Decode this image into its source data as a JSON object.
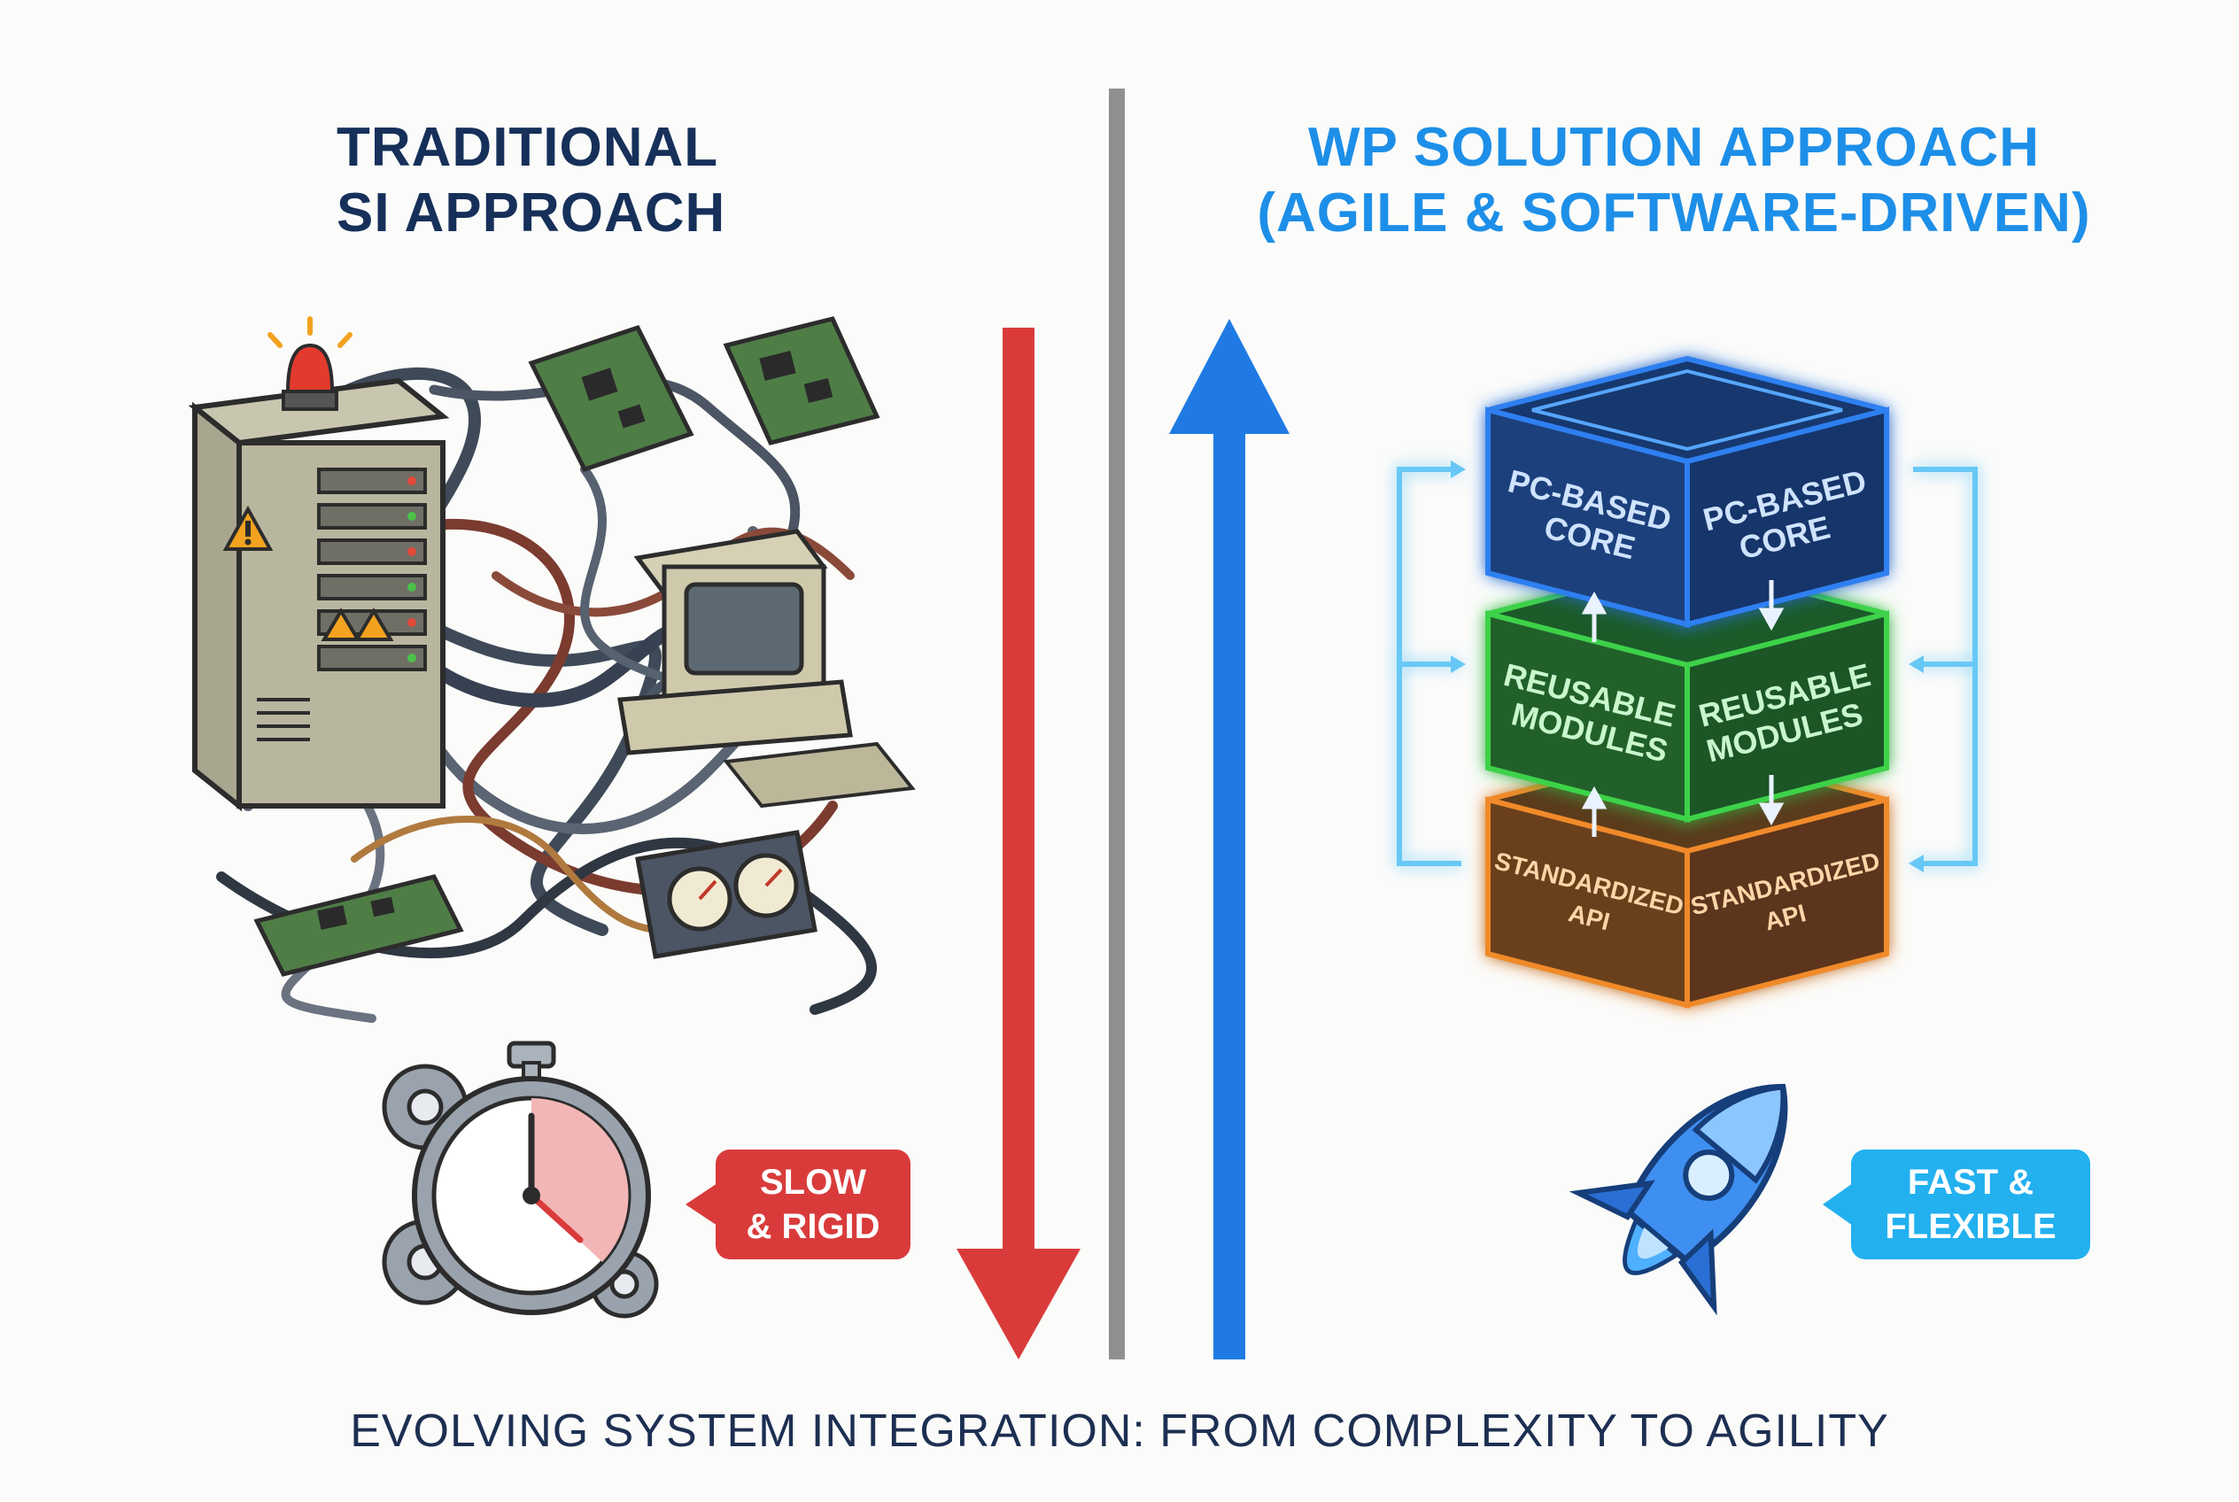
{
  "left": {
    "title_line1": "TRADITIONAL",
    "title_line2": "SI APPROACH",
    "badge_line1": "SLOW",
    "badge_line2": "& RIGID",
    "accent": "#d93b3b",
    "arrow_direction": "down",
    "icons": [
      "server-cabinet-icon",
      "alarm-light-icon",
      "warning-icon",
      "circuit-board-icon",
      "crt-computer-icon",
      "gauge-panel-icon",
      "tangled-cables-icon",
      "stopwatch-icon",
      "gears-icon"
    ]
  },
  "right": {
    "title_line1": "WP SOLUTION APPROACH",
    "title_line2": "(AGILE & SOFTWARE-DRIVEN)",
    "badge_line1": "FAST &",
    "badge_line2": "FLEXIBLE",
    "accent": "#1d8fe8",
    "arrow_direction": "up",
    "stack": [
      {
        "label_line1": "PC-BASED",
        "label_line2": "CORE",
        "color": "#2f7ff0"
      },
      {
        "label_line1": "REUSABLE",
        "label_line2": "MODULES",
        "color": "#3dd24a"
      },
      {
        "label_line1": "STANDARDIZED",
        "label_line2": "API",
        "color": "#f08a2a"
      }
    ],
    "icons": [
      "layered-stack-icon",
      "rocket-icon"
    ]
  },
  "footer": "EVOLVING SYSTEM INTEGRATION: FROM COMPLEXITY TO AGILITY",
  "colors": {
    "left_title": "#16305a",
    "right_title": "#1d8fe8",
    "divider": "#8f8f8f",
    "background": "#fbfbfa"
  }
}
